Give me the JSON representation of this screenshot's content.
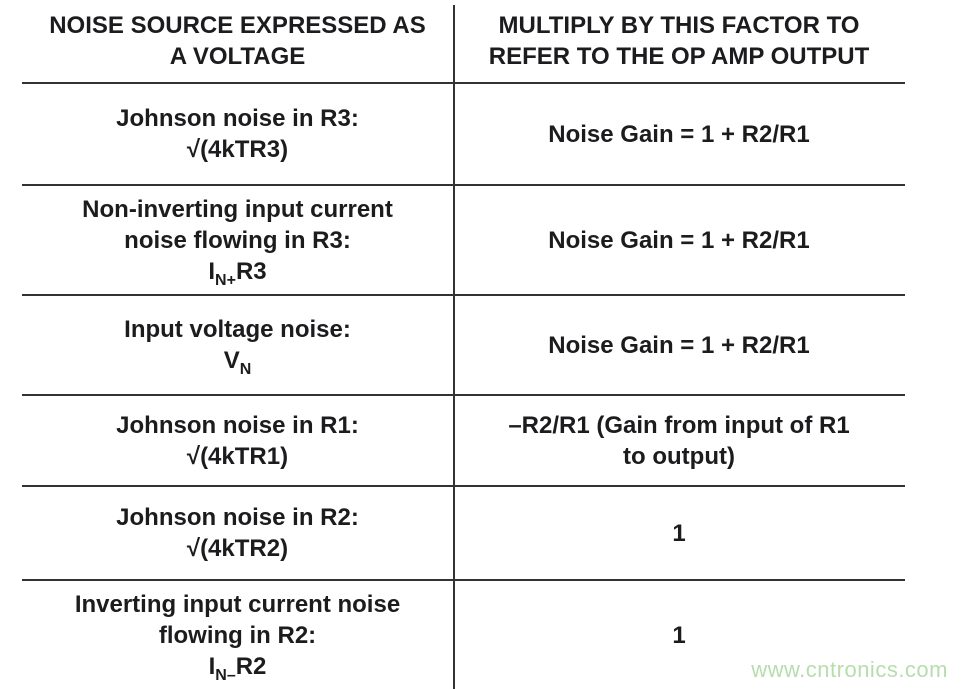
{
  "colors": {
    "background": "#ffffff",
    "text": "#1c1c1e",
    "grid_line": "#333333",
    "watermark": "#b6deac"
  },
  "table": {
    "header": {
      "left": {
        "line1": "NOISE SOURCE EXPRESSED AS",
        "line2": "A VOLTAGE"
      },
      "right": {
        "line1": "MULTIPLY BY THIS FACTOR TO",
        "line2": "REFER TO THE OP AMP OUTPUT"
      }
    },
    "rows": [
      {
        "left": {
          "line1": "Johnson noise in R3:",
          "line2": "√(4kTR3)"
        },
        "right": {
          "line1": "Noise Gain = 1 + R2/R1"
        }
      },
      {
        "left": {
          "line1": "Non-inverting input current",
          "line2": "noise flowing in R3:",
          "formula": {
            "base": "I",
            "sub": "N+",
            "after": "R3"
          }
        },
        "right": {
          "line1": "Noise Gain = 1 + R2/R1"
        }
      },
      {
        "left": {
          "line1": "Input voltage noise:",
          "formula": {
            "base": "V",
            "sub": "N",
            "after": ""
          }
        },
        "right": {
          "line1": "Noise Gain = 1 + R2/R1"
        }
      },
      {
        "left": {
          "line1": "Johnson noise in R1:",
          "line2": "√(4kTR1)"
        },
        "right": {
          "line1": "–R2/R1 (Gain from input of R1",
          "line2": "to output)"
        }
      },
      {
        "left": {
          "line1": "Johnson noise in R2:",
          "line2": "√(4kTR2)"
        },
        "right": {
          "line1": "1"
        }
      },
      {
        "left": {
          "line1": "Inverting input current noise",
          "line2": "flowing in R2:",
          "formula": {
            "base": "I",
            "sub": "N–",
            "after": "R2"
          }
        },
        "right": {
          "line1": "1"
        }
      }
    ]
  },
  "watermark": "www.cntronics.com"
}
